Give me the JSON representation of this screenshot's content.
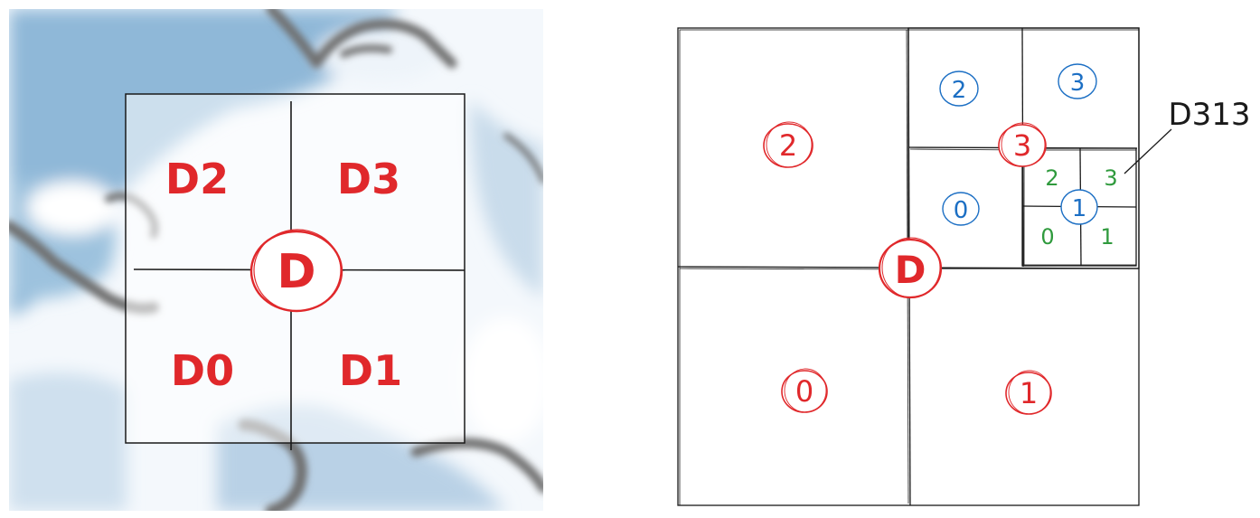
{
  "colors": {
    "red": "#e0282b",
    "blue": "#1c6fc4",
    "green": "#2f9a3d",
    "ink": "#1a1a1a",
    "ocean": "#8fb8d8",
    "coast": "#707070"
  },
  "left_panel": {
    "center_label": "D",
    "quadrants": {
      "q0": "D0",
      "q1": "D1",
      "q2": "D2",
      "q3": "D3"
    }
  },
  "right_panel": {
    "center_label": "D",
    "level1": {
      "q0": "0",
      "q1": "1",
      "q2": "2",
      "q3": "3"
    },
    "level2": {
      "q0": "0",
      "q1": "1",
      "q2": "2",
      "q3": "3"
    },
    "level3": {
      "q0": "0",
      "q1": "1",
      "q2": "2",
      "q3": "3"
    },
    "callout": "D313"
  }
}
